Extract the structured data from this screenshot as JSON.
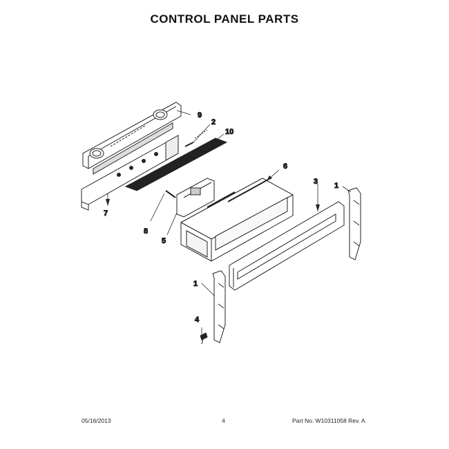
{
  "title": "CONTROL PANEL PARTS",
  "callouts": {
    "c9": "9",
    "c2": "2",
    "c10": "10",
    "c7": "7",
    "c6": "6",
    "c3": "3",
    "c1a": "1",
    "c8": "8",
    "c5": "5",
    "c1b": "1",
    "c4": "4"
  },
  "footer": {
    "date": "05/16/2013",
    "page": "4",
    "part": "Part No. W10311058 Rev. A"
  }
}
